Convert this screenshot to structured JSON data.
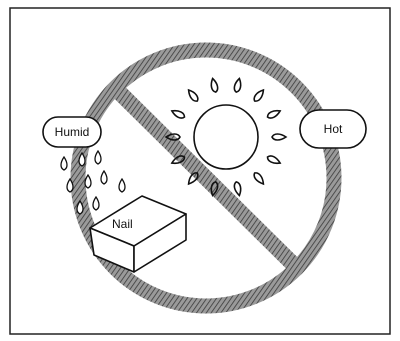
{
  "labels": {
    "humid": "Humid",
    "hot": "Hot",
    "nail": "Nail"
  },
  "icons": {
    "prohibition": "no-symbol-icon",
    "sun": "sun-icon",
    "drops": "water-drops-icon",
    "block": "nail-block-icon"
  },
  "colors": {
    "ink": "#111111",
    "hatch": "#6a6a6a",
    "paper": "#ffffff"
  }
}
